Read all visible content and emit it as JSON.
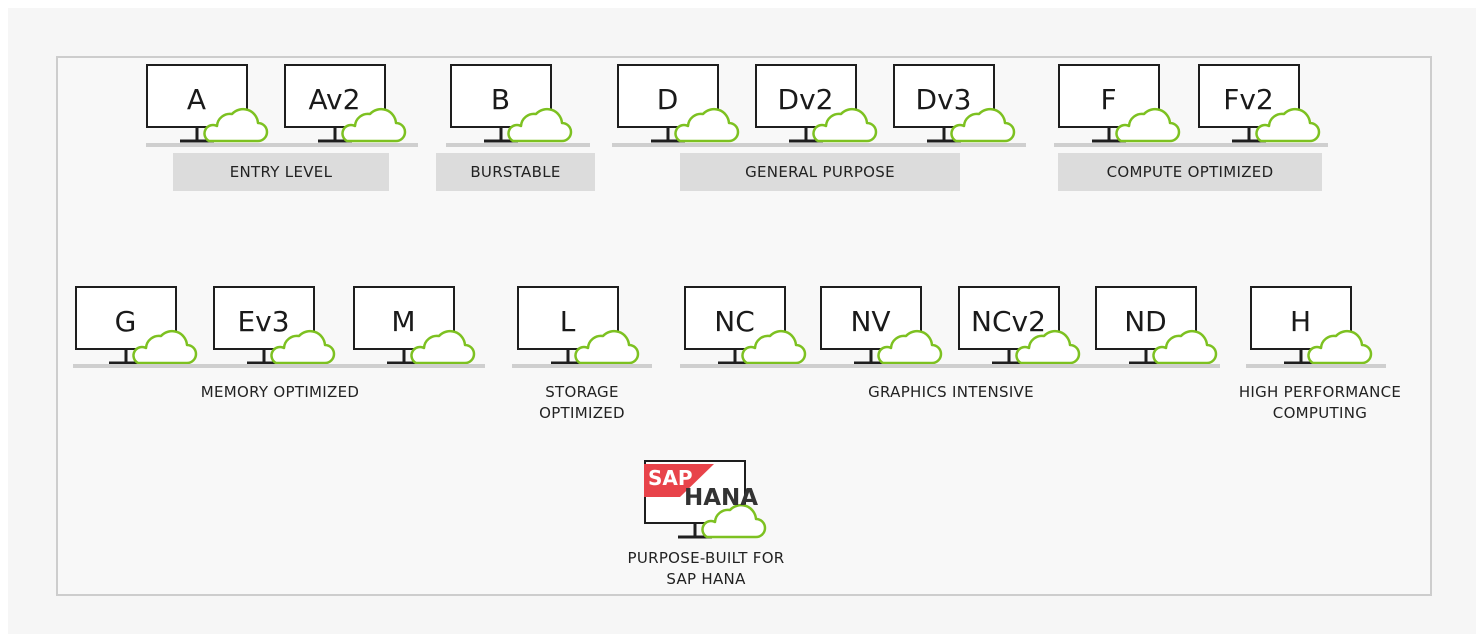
{
  "colors": {
    "monitor_stroke": "#1e1e1e",
    "cloud_stroke": "#7dc121",
    "label_box": "#dcdcdc",
    "shelf": "#cfcfcf",
    "sap_red": "#e8434a"
  },
  "row1": {
    "units": [
      "A",
      "Av2",
      "B",
      "D",
      "Dv2",
      "Dv3",
      "F",
      "Fv2"
    ],
    "groups": [
      "ENTRY LEVEL",
      "BURSTABLE",
      "GENERAL PURPOSE",
      "COMPUTE OPTIMIZED"
    ]
  },
  "row2": {
    "units": [
      "G",
      "Ev3",
      "M",
      "L",
      "NC",
      "NV",
      "NCv2",
      "ND",
      "H"
    ],
    "groups": [
      {
        "line1": "MEMORY OPTIMIZED",
        "line2": ""
      },
      {
        "line1": "STORAGE",
        "line2": "OPTIMIZED"
      },
      {
        "line1": "GRAPHICS INTENSIVE",
        "line2": ""
      },
      {
        "line1": "HIGH PERFORMANCE",
        "line2": "COMPUTING"
      }
    ]
  },
  "sap": {
    "logo": "SAP",
    "product": "HANA",
    "caption_line1": "PURPOSE-BUILT FOR",
    "caption_line2": "SAP HANA"
  },
  "icons": [
    "monitor-icon",
    "cloud-icon"
  ]
}
